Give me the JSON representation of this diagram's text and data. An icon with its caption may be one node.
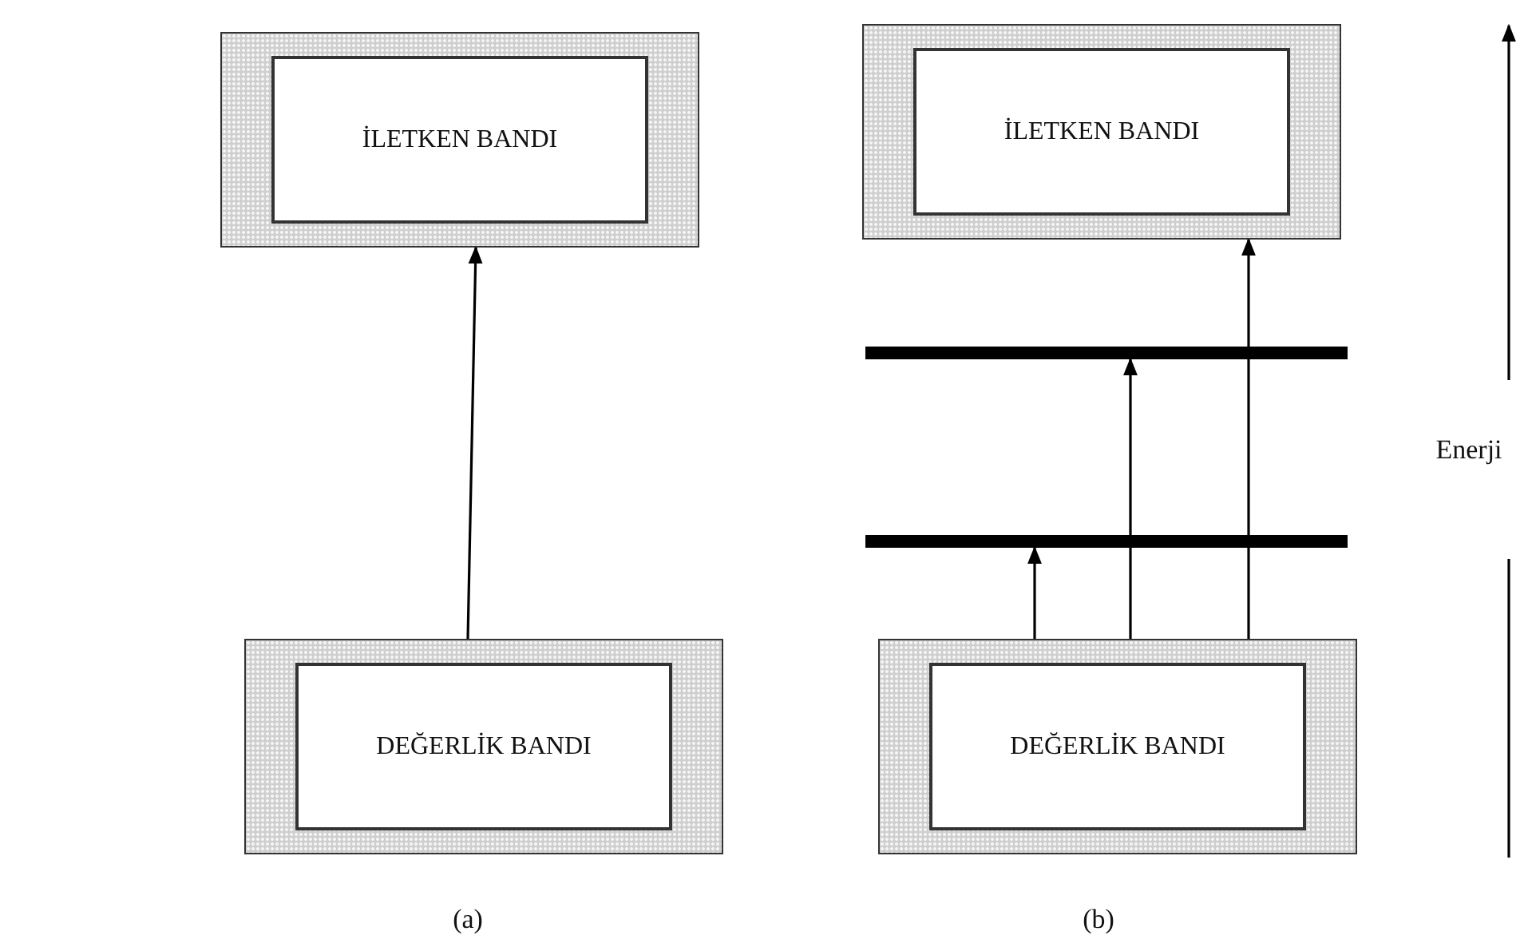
{
  "diagram": {
    "nodes": [
      {
        "text": [
          "İLETKEN BANDI"
        ]
      },
      {
        "text": [
          "İLETKEN BANDI"
        ]
      },
      {
        "text": [],
        "shape": "bar"
      },
      {
        "text": [],
        "shape": "bar"
      },
      {
        "text": [
          "DEĞERLİK BANDI"
        ]
      },
      {
        "text": [
          "DEĞERLİK BANDI"
        ]
      }
    ],
    "edges": [
      {
        "from": 4,
        "to": 0,
        "arrow": "to"
      },
      {
        "from": 5,
        "to": 3,
        "arrow": "to"
      },
      {
        "from": 5,
        "to": 2,
        "arrow": "to"
      },
      {
        "from": 5,
        "to": 1,
        "arrow": "to"
      }
    ],
    "labels": [
      "Enerji",
      "(a)",
      "(b)"
    ]
  }
}
